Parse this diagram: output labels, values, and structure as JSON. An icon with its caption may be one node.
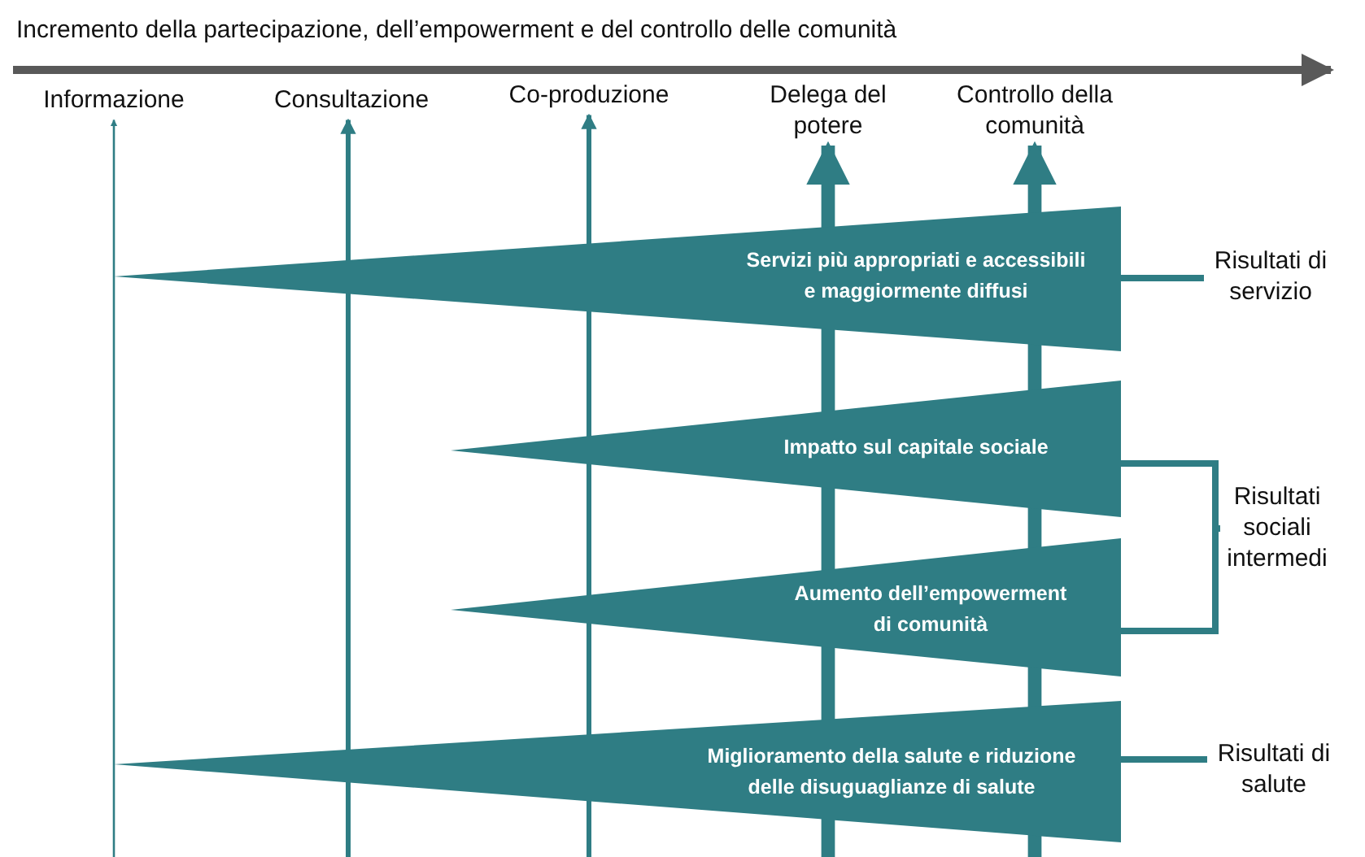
{
  "diagram": {
    "title": "Incremento della partecipazione, dell’empowerment e del controllo delle comunità",
    "nodes": [
      {
        "text": [
          "Informazione"
        ]
      },
      {
        "text": [
          "Consultazione"
        ]
      },
      {
        "text": [
          "Co-produzione"
        ]
      },
      {
        "text": [
          "Delega del potere"
        ]
      },
      {
        "text": [
          "Controllo della comunità"
        ]
      },
      {
        "text": [
          "Servizi più appropriati e accessibili e maggiormente diffusi"
        ]
      },
      {
        "text": [
          "Risultati di servizio"
        ]
      },
      {
        "text": [
          "Impatto sul capitale sociale"
        ]
      },
      {
        "text": [
          "Aumento dell’empowerment di comunità"
        ]
      },
      {
        "text": [
          "Risultati sociali intermedi"
        ]
      },
      {
        "text": [
          "Miglioramento della salute e riduzione delle disuguaglianze di salute"
        ]
      },
      {
        "text": [
          "Risultati di salute"
        ]
      }
    ],
    "edges": [
      {
        "from": null,
        "to": 0,
        "arrow": "to"
      },
      {
        "from": null,
        "to": 1,
        "arrow": "to"
      },
      {
        "from": null,
        "to": 2,
        "arrow": "to"
      },
      {
        "from": null,
        "to": 3,
        "arrow": "to",
        "style": "thick"
      },
      {
        "from": null,
        "to": 4,
        "arrow": "to",
        "style": "thick"
      },
      {
        "from": 5,
        "to": 6,
        "arrow": "none"
      },
      {
        "from": 7,
        "to": 9,
        "arrow": "none"
      },
      {
        "from": 8,
        "to": 9,
        "arrow": "none"
      },
      {
        "from": 10,
        "to": 11,
        "arrow": "none"
      }
    ]
  }
}
